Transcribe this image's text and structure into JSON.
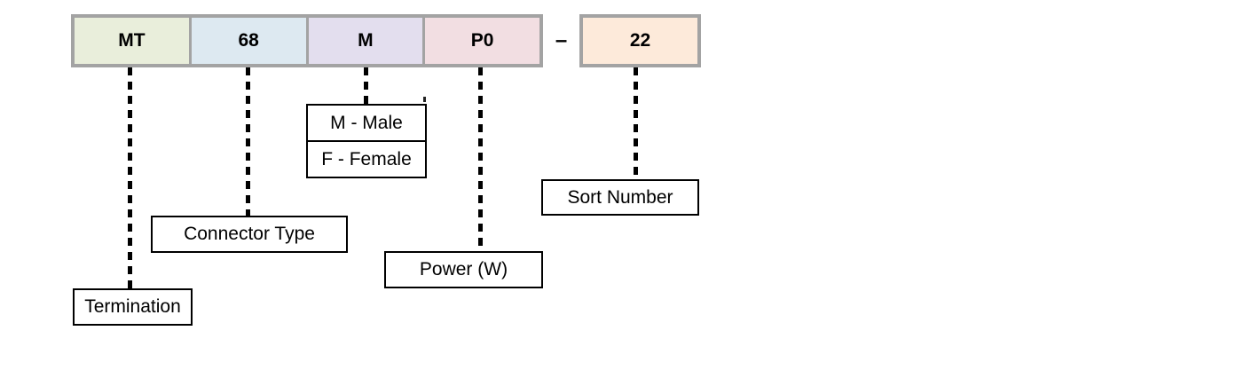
{
  "diagram": {
    "code_boxes": [
      {
        "text": "MT"
      },
      {
        "text": "68"
      },
      {
        "text": "M"
      },
      {
        "text": "P0"
      }
    ],
    "separator": "–",
    "suffix_box": {
      "text": "22"
    },
    "labels": {
      "male": "M - Male",
      "female": "F - Female",
      "sort_number": "Sort Number",
      "connector_type": "Connector Type",
      "power": "Power (W)",
      "termination": "Termination"
    },
    "colors": {
      "cell_mt": "#e9eedb",
      "cell_68": "#dde9f1",
      "cell_m": "#e3deee",
      "cell_p0": "#f2dee2",
      "cell_22": "#fdeada",
      "strip_border": "#a3a3a3",
      "line_color": "#000000"
    }
  }
}
